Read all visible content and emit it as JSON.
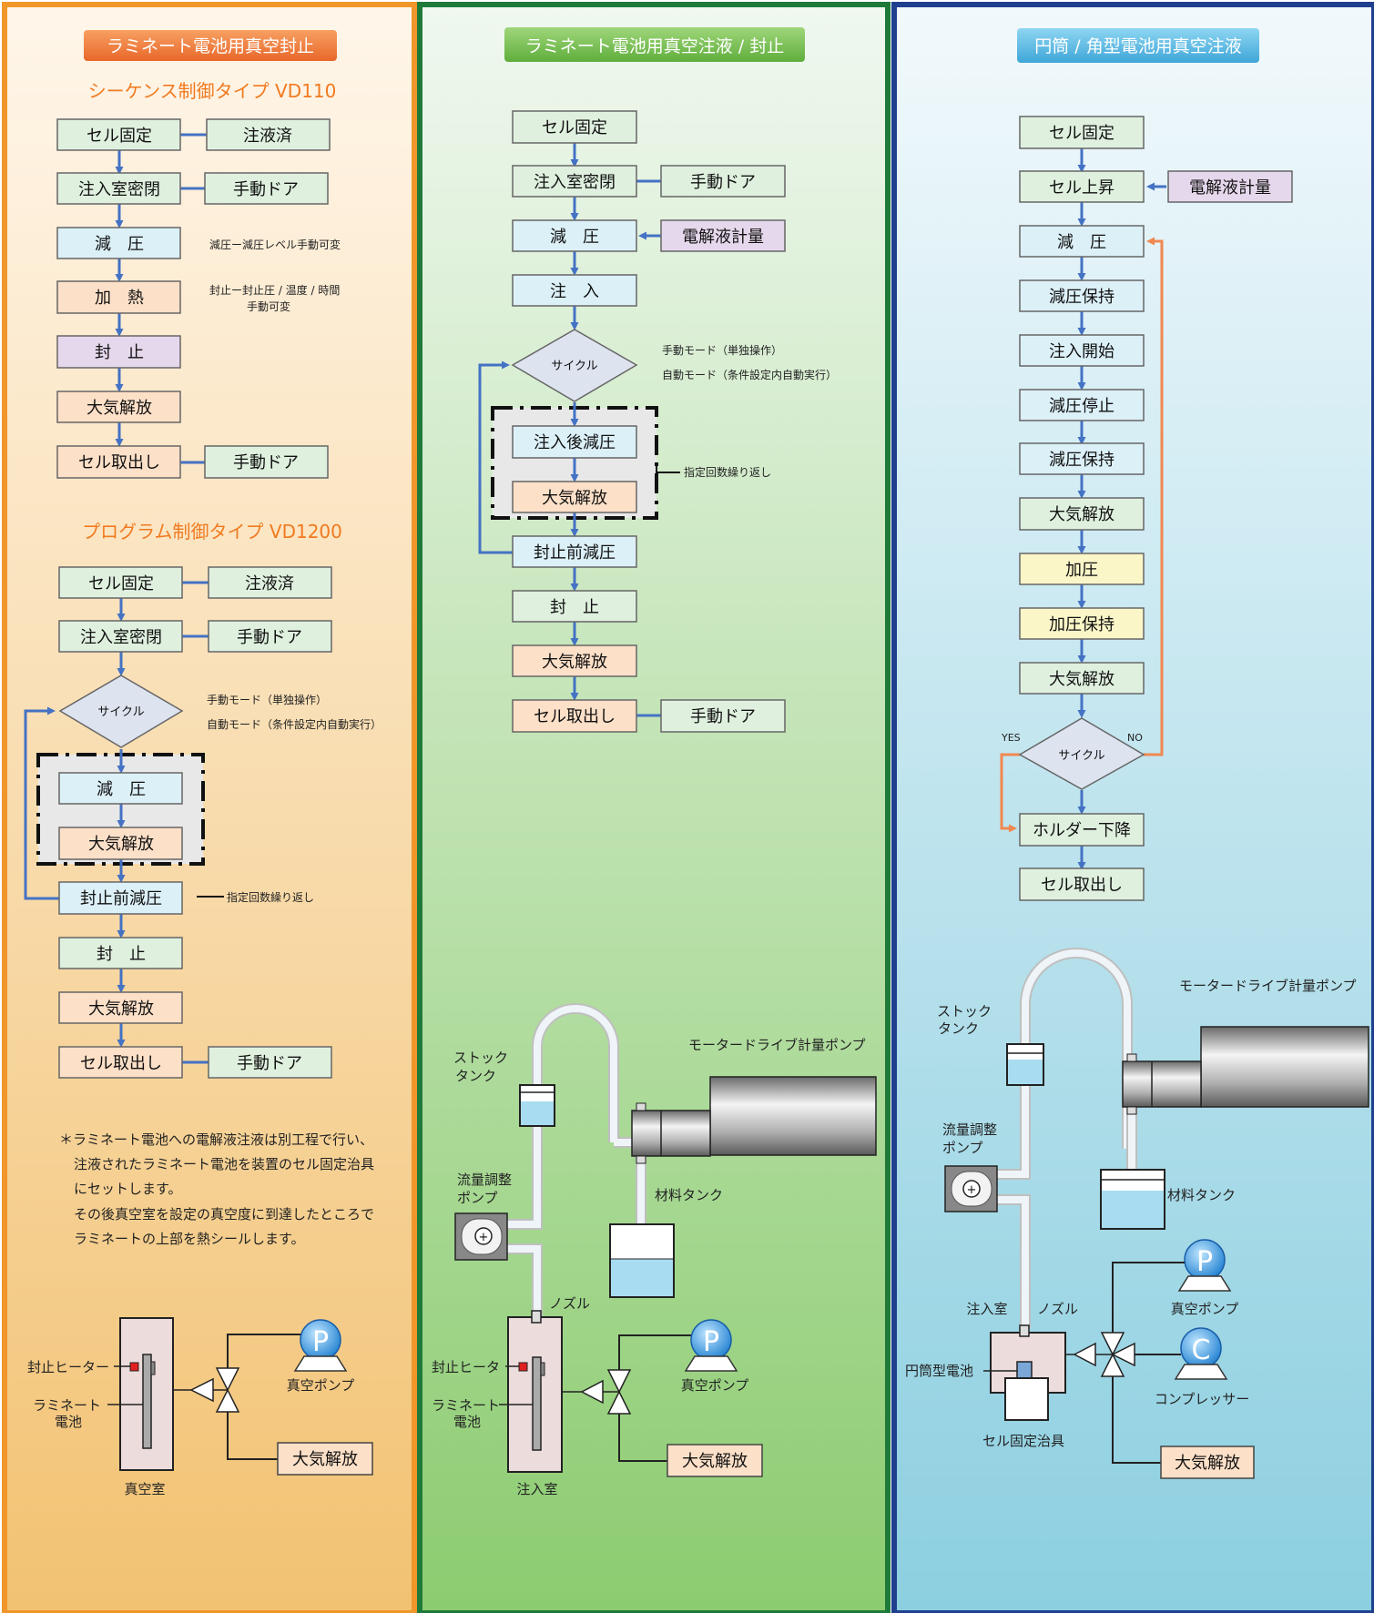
{
  "colors": {
    "orange_panel_border": "#f0962a",
    "green_panel_border": "#1f7a3a",
    "blue_panel_border": "#1f3f8f",
    "arrow_blue": "#4472c4",
    "arrow_orange": "#f08850",
    "box_green": "#dff0df",
    "box_blue": "#dcf0f8",
    "box_peach": "#fde0c8",
    "box_purple": "#e6d8ec",
    "box_yellow": "#fbf6c8",
    "title_orange": "#f07a3a",
    "subtitle_orange": "#f07a20"
  },
  "panel1": {
    "title": "ラミネート電池用真空封止",
    "sub1": "シーケンス制御タイプ VD110",
    "sub2": "プログラム制御タイプ VD1200",
    "seq": {
      "cell_fix": "セル固定",
      "filled": "注液済",
      "seal_chamber": "注入室密閉",
      "manual_door1": "手動ドア",
      "decompress": "減　圧",
      "note_decompress": "減圧ー減圧レベル手動可変",
      "heat": "加　熱",
      "note_heat1": "封止ー封止圧 / 温度 / 時間",
      "note_heat2": "手動可変",
      "seal": "封　止",
      "release": "大気解放",
      "cell_out": "セル取出し",
      "manual_door2": "手動ドア"
    },
    "prog": {
      "cell_fix": "セル固定",
      "filled": "注液済",
      "seal_chamber": "注入室密閉",
      "manual_door1": "手動ドア",
      "cycle": "サイクル",
      "mode1": "手動モード（単独操作）",
      "mode2": "自動モード（条件設定内自動実行）",
      "decompress": "減　圧",
      "release1": "大気解放",
      "pre_seal": "封止前減圧",
      "repeat": "指定回数繰り返し",
      "seal": "封　止",
      "release2": "大気解放",
      "cell_out": "セル取出し",
      "manual_door2": "手動ドア"
    },
    "notes": [
      "＊ラミネート電池への電解液注液は別工程で行い、",
      "注液されたラミネート電池を装置のセル固定治具",
      "にセットします。",
      "その後真空室を設定の真空度に到達したところで",
      "ラミネートの上部を熱シールします。"
    ],
    "schem": {
      "heater": "封止ヒーター",
      "laminate1": "ラミネート",
      "laminate2": "電池",
      "chamber": "真空室",
      "pump_symbol": "P",
      "vacuum_pump": "真空ポンプ",
      "release": "大気解放"
    }
  },
  "panel2": {
    "title": "ラミネート電池用真空注液 / 封止",
    "flow": {
      "cell_fix": "セル固定",
      "seal_chamber": "注入室密閉",
      "manual_door1": "手動ドア",
      "decompress": "減　圧",
      "electrolyte": "電解液計量",
      "inject": "注　入",
      "cycle": "サイクル",
      "mode1": "手動モード（単独操作）",
      "mode2": "自動モード（条件設定内自動実行）",
      "post_decompress": "注入後減圧",
      "release1": "大気解放",
      "repeat": "指定回数繰り返し",
      "pre_seal": "封止前減圧",
      "seal": "封　止",
      "release2": "大気解放",
      "cell_out": "セル取出し",
      "manual_door2": "手動ドア"
    },
    "schem": {
      "stock1": "ストック",
      "stock2": "タンク",
      "motor_pump": "モータードライブ計量ポンプ",
      "flow1": "流量調整",
      "flow2": "ポンプ",
      "material_tank": "材料タンク",
      "nozzle": "ノズル",
      "heater": "封止ヒータ",
      "laminate1": "ラミネート",
      "laminate2": "電池",
      "chamber": "注入室",
      "pump_symbol": "P",
      "vacuum_pump": "真空ポンプ",
      "release": "大気解放"
    }
  },
  "panel3": {
    "title": "円筒 / 角型電池用真空注液",
    "flow": {
      "cell_fix": "セル固定",
      "cell_up": "セル上昇",
      "electrolyte": "電解液計量",
      "decompress": "減　圧",
      "hold1": "減圧保持",
      "inject_start": "注入開始",
      "decompress_stop": "減圧停止",
      "hold2": "減圧保持",
      "release1": "大気解放",
      "pressurize": "加圧",
      "press_hold": "加圧保持",
      "release2": "大気解放",
      "yes": "YES",
      "no": "NO",
      "cycle": "サイクル",
      "holder_down": "ホルダー下降",
      "cell_out": "セル取出し"
    },
    "schem": {
      "stock1": "ストック",
      "stock2": "タンク",
      "motor_pump": "モータードライブ計量ポンプ",
      "flow1": "流量調整",
      "flow2": "ポンプ",
      "material_tank": "材料タンク",
      "pump_symbol": "P",
      "vacuum_pump": "真空ポンプ",
      "chamber": "注入室",
      "nozzle": "ノズル",
      "cyl_battery": "円筒型電池",
      "comp_symbol": "C",
      "compressor": "コンプレッサー",
      "fixture": "セル固定治具",
      "release": "大気解放"
    }
  }
}
